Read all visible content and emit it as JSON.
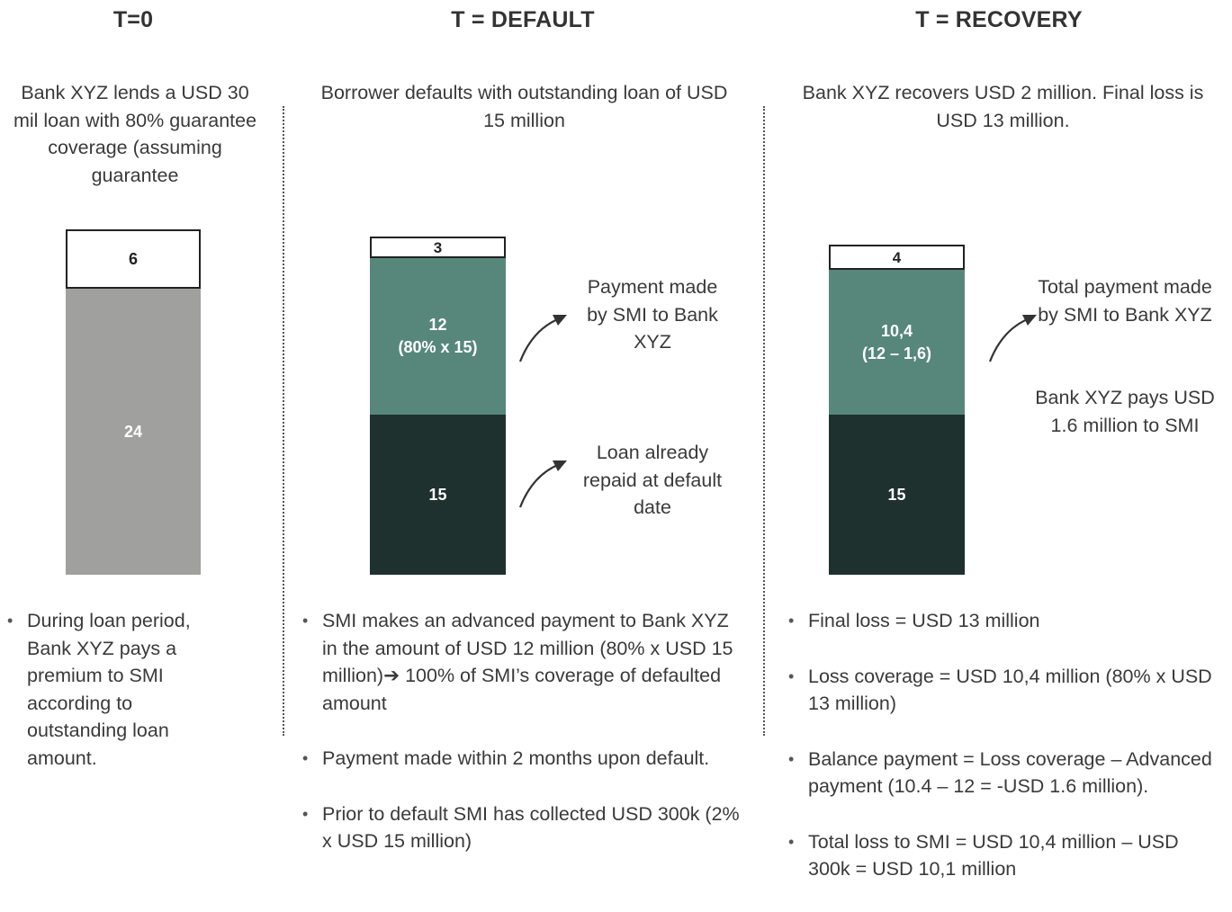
{
  "columns": [
    {
      "title": "T=0",
      "description": "Bank XYZ lends a USD 30 mil loan with 80% guarantee coverage (assuming guarantee",
      "bar": [
        {
          "label": "6",
          "value": 6
        },
        {
          "label": "24",
          "value": 24
        }
      ],
      "bullets": [
        "During loan period, Bank XYZ pays a premium to SMI according to outstanding loan amount."
      ]
    },
    {
      "title": "T = DEFAULT",
      "description": "Borrower defaults with outstanding loan of USD 15 million",
      "bar": [
        {
          "label": "3",
          "value": 3
        },
        {
          "label": "12",
          "sublabel": "(80% x 15)",
          "value": 12
        },
        {
          "label": "15",
          "value": 15
        }
      ],
      "annotations": [
        "Payment made by SMI to Bank XYZ",
        "Loan already repaid at default date"
      ],
      "bullets": [
        "SMI makes an advanced payment to Bank XYZ in the amount of USD 12 million (80% x USD 15 million)➔ 100% of SMI’s coverage of defaulted amount",
        "Payment made within 2 months upon default.",
        "Prior to default SMI has collected USD 300k (2% x USD 15 million)"
      ]
    },
    {
      "title": "T = RECOVERY",
      "description": "Bank XYZ recovers USD 2 million. Final loss is USD 13 million.",
      "bar": [
        {
          "label": "4",
          "value": 4
        },
        {
          "label": "10,4",
          "sublabel": "(12 – 1,6)",
          "value": 10.4
        },
        {
          "label": "15",
          "value": 15
        }
      ],
      "annotations": [
        "Total payment made by SMI to Bank XYZ",
        "Bank XYZ pays USD 1.6 million to SMI"
      ],
      "bullets": [
        "Final loss = USD 13 million",
        "Loss coverage = USD 10,4 million (80% x USD 13 million)",
        "Balance payment = Loss coverage – Advanced payment (10.4 – 12 = -USD 1.6 million).",
        "Total loss to SMI = USD 10,4 million – USD 300k = USD 10,1 million"
      ]
    }
  ],
  "colors": {
    "grey_segment": "#a0a09f",
    "green_segment": "#57877b",
    "dark_segment": "#1e312f",
    "outline_segment": "#ffffff"
  },
  "icons": [
    "curved-arrow-icon"
  ]
}
